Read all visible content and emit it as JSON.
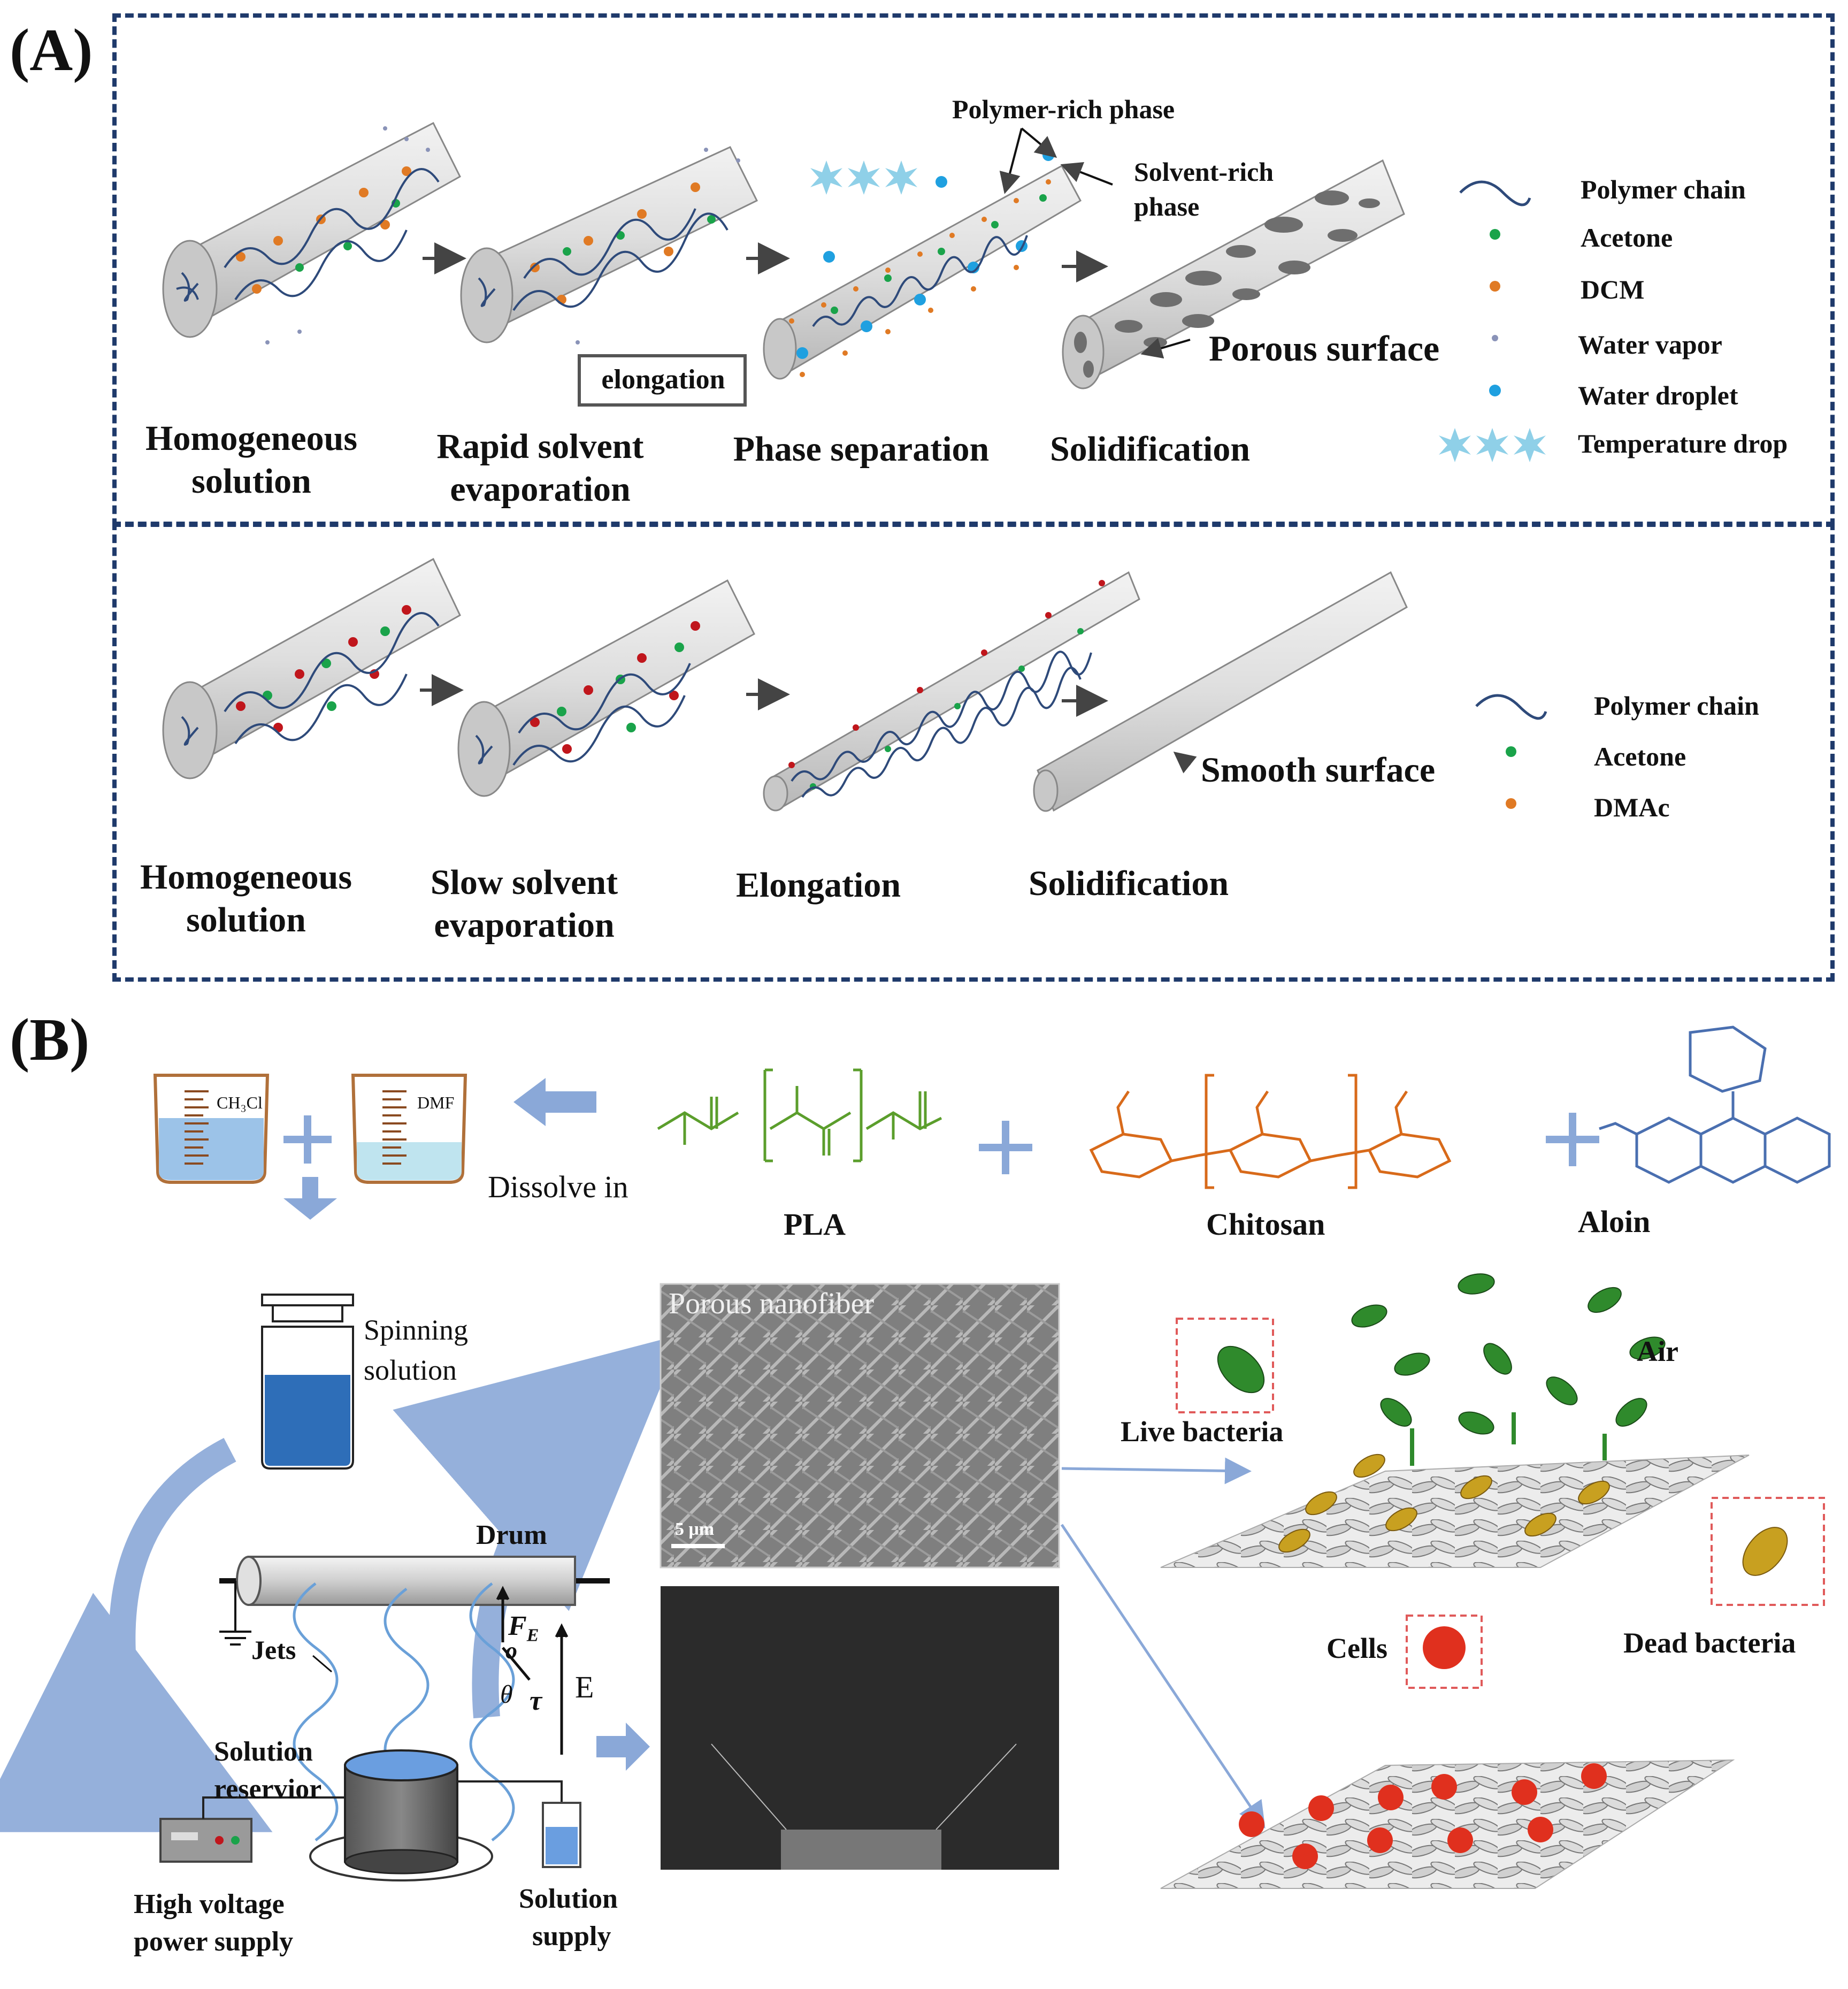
{
  "panel_a": {
    "label": "(A)",
    "row1_stages": [
      "Homogeneous\nsolution",
      "Rapid solvent\nevaporation",
      "Phase separation",
      "Solidification"
    ],
    "elongation_box": "elongation",
    "polymer_rich": "Polymer-rich phase",
    "solvent_rich_1": "Solvent-rich",
    "solvent_rich_2": "phase",
    "porous_surface": "Porous surface",
    "legend1": [
      "Polymer chain",
      "Acetone",
      "DCM",
      "Water vapor",
      "Water droplet",
      "Temperature drop"
    ],
    "row2_stages": [
      "Homogeneous\nsolution",
      "Slow solvent\nevaporation",
      "Elongation",
      "Solidification"
    ],
    "smooth_surface": "Smooth surface",
    "legend2": [
      "Polymer chain",
      "Acetone",
      "DMAc"
    ]
  },
  "panel_b": {
    "label": "(B)",
    "beaker1": "CH₃Cl",
    "beaker2": "DMF",
    "dissolve_in": "Dissolve in",
    "pla": "PLA",
    "chitosan": "Chitosan",
    "aloin": "Aloin",
    "spinning_1": "Spinning",
    "spinning_2": "solution",
    "drum": "Drum",
    "jets": "Jets",
    "fe": "F",
    "fe_sub": "E",
    "theta": "θ",
    "tau": "τ",
    "o": "o",
    "e_field": "E",
    "solution_reservoir_1": "Solution",
    "solution_reservoir_2": "reservior",
    "hv_1": "High voltage",
    "hv_2": "power supply",
    "supply_1": "Solution",
    "supply_2": "supply",
    "porous_nanofiber": "Porous nanofiber",
    "scale_bar": "5 μm",
    "live_bacteria": "Live bacteria",
    "air": "Air",
    "dead_bacteria": "Dead bacteria",
    "cells": "Cells"
  },
  "colors": {
    "frame": "#1f3a6b",
    "acetone": "#1aa34a",
    "dcm": "#e07a24",
    "water_vapor": "#8a93b8",
    "water_droplet": "#1fa0e0",
    "temp_drop": "#8fd0e8",
    "polymer": "#2e4a7a",
    "dmac_red": "#c0161c",
    "pla": "#5b9e2c",
    "chitosan": "#d86a1a",
    "aloin": "#4a6fb0",
    "arrow_blue": "#8aa8d8"
  }
}
